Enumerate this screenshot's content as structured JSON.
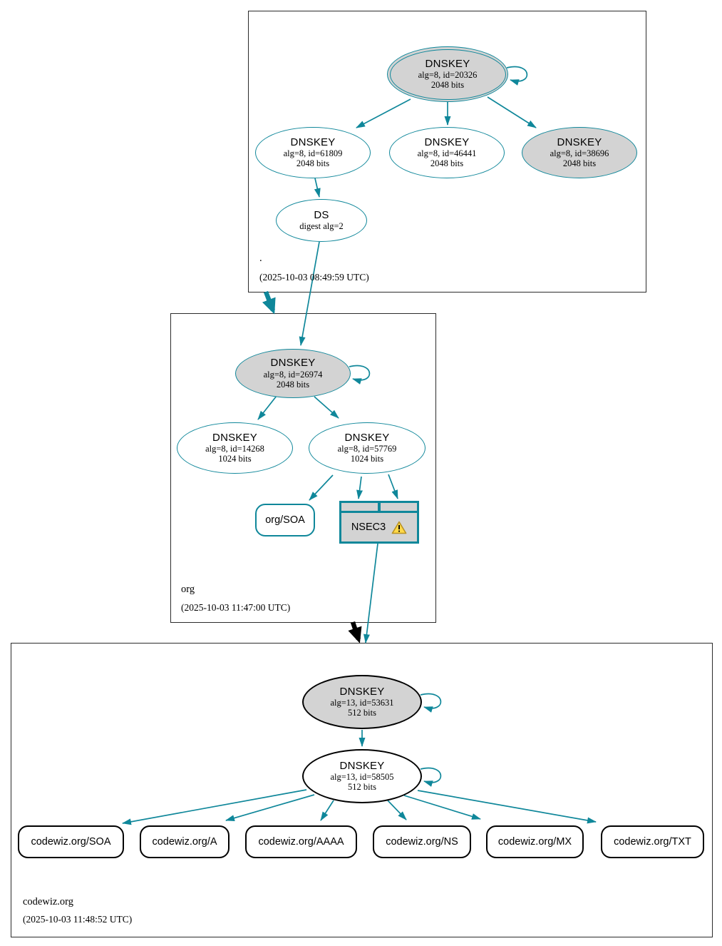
{
  "diagram_type": "dnssec-authentication-chain",
  "colors": {
    "secure_teal": "#0f879a",
    "node_gray_fill": "#d3d3d3",
    "insecure_black": "#000000",
    "warning_yellow": "#ffd949",
    "warning_border": "#b99222"
  },
  "zones": [
    {
      "label": ".",
      "timestamp": "(2025-10-03 08:49:59 UTC)",
      "keys": [
        {
          "type": "DNSKEY",
          "detail1": "alg=8, id=20326",
          "detail2": "2048 bits"
        },
        {
          "type": "DNSKEY",
          "detail1": "alg=8, id=61809",
          "detail2": "2048 bits"
        },
        {
          "type": "DNSKEY",
          "detail1": "alg=8, id=46441",
          "detail2": "2048 bits"
        },
        {
          "type": "DNSKEY",
          "detail1": "alg=8, id=38696",
          "detail2": "2048 bits"
        }
      ],
      "ds": {
        "type": "DS",
        "detail1": "digest alg=2"
      }
    },
    {
      "label": "org",
      "timestamp": "(2025-10-03 11:47:00 UTC)",
      "keys": [
        {
          "type": "DNSKEY",
          "detail1": "alg=8, id=26974",
          "detail2": "2048 bits"
        },
        {
          "type": "DNSKEY",
          "detail1": "alg=8, id=14268",
          "detail2": "1024 bits"
        },
        {
          "type": "DNSKEY",
          "detail1": "alg=8, id=57769",
          "detail2": "1024 bits"
        }
      ],
      "rrsets": [
        {
          "label": "org/SOA"
        }
      ],
      "nsec3": {
        "label": "NSEC3",
        "icon": "warning-triangle-icon"
      }
    },
    {
      "label": "codewiz.org",
      "timestamp": "(2025-10-03 11:48:52 UTC)",
      "keys": [
        {
          "type": "DNSKEY",
          "detail1": "alg=13, id=53631",
          "detail2": "512 bits"
        },
        {
          "type": "DNSKEY",
          "detail1": "alg=13, id=58505",
          "detail2": "512 bits"
        }
      ],
      "rrsets": [
        {
          "label": "codewiz.org/SOA"
        },
        {
          "label": "codewiz.org/A"
        },
        {
          "label": "codewiz.org/AAAA"
        },
        {
          "label": "codewiz.org/NS"
        },
        {
          "label": "codewiz.org/MX"
        },
        {
          "label": "codewiz.org/TXT"
        }
      ]
    }
  ]
}
